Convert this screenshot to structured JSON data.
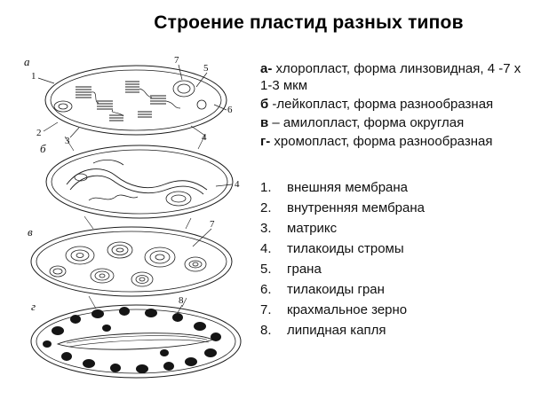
{
  "title": "Строение пластид разных типов",
  "types": [
    {
      "key": "а-",
      "text": " хлоропласт, форма линзовидная, 4 -7 х 1-3 мкм"
    },
    {
      "key": "б",
      "text": " -лейкопласт, форма разнообразная"
    },
    {
      "key": "в",
      "text": " – амилопласт, форма округлая"
    },
    {
      "key": "г-",
      "text": " хромопласт, форма разнообразная"
    }
  ],
  "parts": [
    {
      "num": "1.",
      "label": "внешняя мембрана"
    },
    {
      "num": "2.",
      "label": "внутренняя мембрана"
    },
    {
      "num": "3.",
      "label": "матрикс"
    },
    {
      "num": "4.",
      "label": "тилакоиды стромы"
    },
    {
      "num": "5.",
      "label": "грана"
    },
    {
      "num": "6.",
      "label": "тилакоиды гран"
    },
    {
      "num": "7.",
      "label": "крахмальное зерно"
    },
    {
      "num": "8.",
      "label": "липидная капля"
    }
  ],
  "diagram": {
    "panel_labels": {
      "a": "а",
      "b": "б",
      "v": "в",
      "g": "г"
    },
    "callouts": {
      "c1": "1",
      "c2": "2",
      "c3": "3",
      "c4": "4",
      "c5": "5",
      "c6": "6",
      "c7": "7",
      "c8": "8"
    },
    "ink_color": "#1c1c1c"
  }
}
